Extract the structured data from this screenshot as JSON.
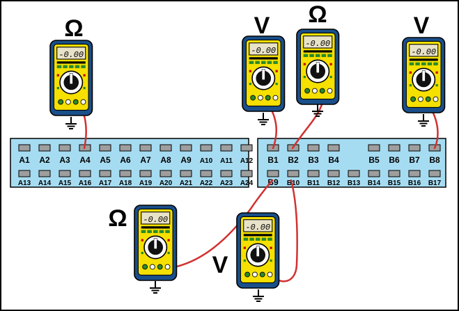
{
  "symbols": {
    "ohm": "Ω",
    "volt": "V"
  },
  "meters": [
    {
      "id": "m1",
      "mode": "Ω",
      "reading": "-0.00"
    },
    {
      "id": "m2",
      "mode": "V",
      "reading": "-0.00"
    },
    {
      "id": "m3",
      "mode": "Ω",
      "reading": "-0.00"
    },
    {
      "id": "m4",
      "mode": "V",
      "reading": "-0.00"
    },
    {
      "id": "m5",
      "mode": "Ω",
      "reading": "-0.00"
    },
    {
      "id": "m6",
      "mode": "V",
      "reading": "-0.00"
    }
  ],
  "connector_a": {
    "top_row": [
      "A1",
      "A2",
      "A3",
      "A4",
      "A5",
      "A6",
      "A7",
      "A8",
      "A9",
      "A10",
      "A11",
      "A12"
    ],
    "bottom_row": [
      "A13",
      "A14",
      "A15",
      "A16",
      "A17",
      "A18",
      "A19",
      "A20",
      "A21",
      "A22",
      "A23",
      "A24"
    ]
  },
  "connector_b": {
    "top_row": [
      "B1",
      "B2",
      "B3",
      "B4",
      "",
      "B5",
      "B6",
      "B7",
      "B8"
    ],
    "bottom_row": [
      "B9",
      "B10",
      "B11",
      "B12",
      "B13",
      "B14",
      "B15",
      "B16",
      "B17"
    ]
  },
  "connections": [
    {
      "meter": "m1",
      "pin": "A4"
    },
    {
      "meter": "m2",
      "pin": "B1"
    },
    {
      "meter": "m3",
      "pin": "B2"
    },
    {
      "meter": "m4",
      "pin": "B8"
    },
    {
      "meter": "m5",
      "pin": "B9"
    },
    {
      "meter": "m6",
      "pin": "B10"
    }
  ],
  "colors": {
    "frame": "#000000",
    "connector": "#a6dcf2",
    "pin": "#9e9e9e",
    "meter_case": "#1a4f8a",
    "meter_face": "#f5e000",
    "lead": "#d23030"
  }
}
